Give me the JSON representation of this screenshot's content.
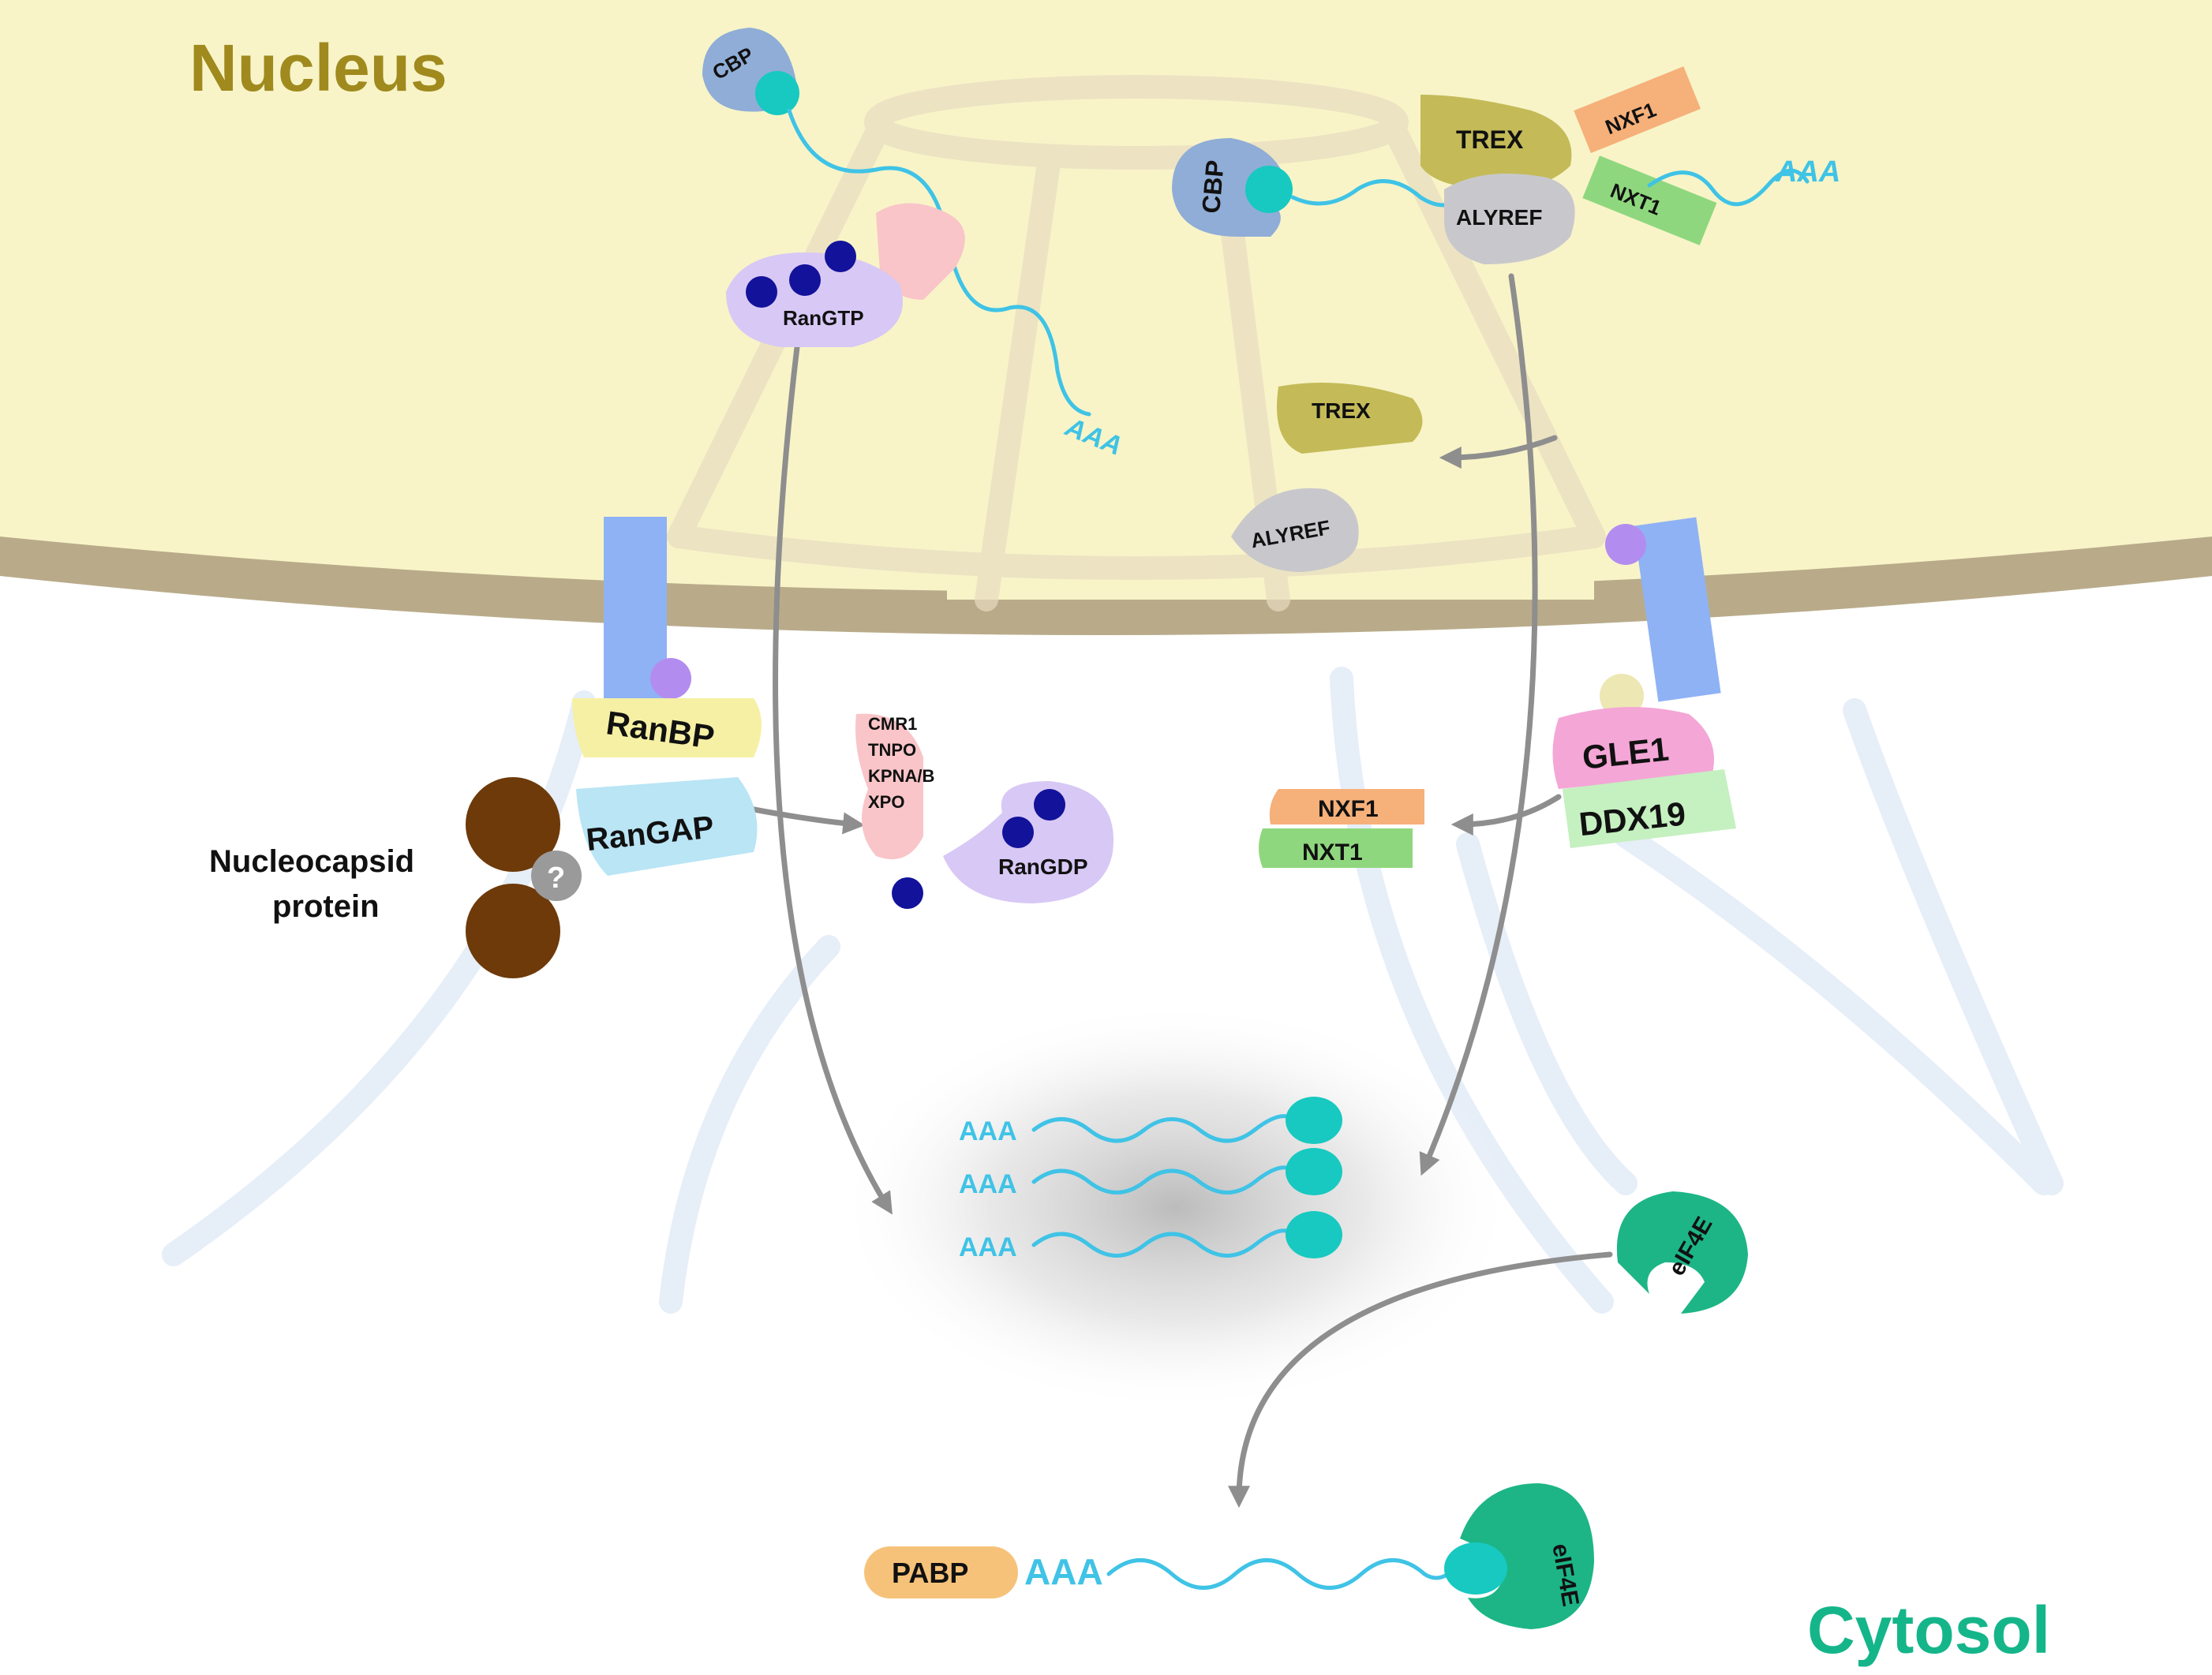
{
  "regions": {
    "nucleus": "Nucleus",
    "cytosol": "Cytosol"
  },
  "proteins": {
    "cbp": "CBP",
    "rangtp": "RanGTP",
    "trex": "TREX",
    "nxf1": "NXF1",
    "nxt1": "NXT1",
    "alyref": "ALYREF",
    "ranbp": "RanBP",
    "rangap": "RanGAP",
    "karyopherins": [
      "CMR1",
      "TNPO",
      "KPNA/B",
      "XPO"
    ],
    "rangdp": "RanGDP",
    "gle1": "GLE1",
    "ddx19": "DDX19",
    "eif4e": "eIF4E",
    "pabp": "PABP"
  },
  "polyA": "AAA",
  "nucleocapsid": [
    "Nucleocapsid",
    "protein"
  ],
  "unknown_mark": "?",
  "colors": {
    "nucleus": "#f8f4c8",
    "envelope": "#b9ab8a",
    "rna": "#3fc3e6",
    "cap": "#17c9c0",
    "eif4e": "#1db586",
    "cytosol_text": "#15b58a",
    "nucleus_text": "#a08a1e",
    "ran_bead": "#12129a",
    "nucleocapsid": "#6e3a0a"
  }
}
